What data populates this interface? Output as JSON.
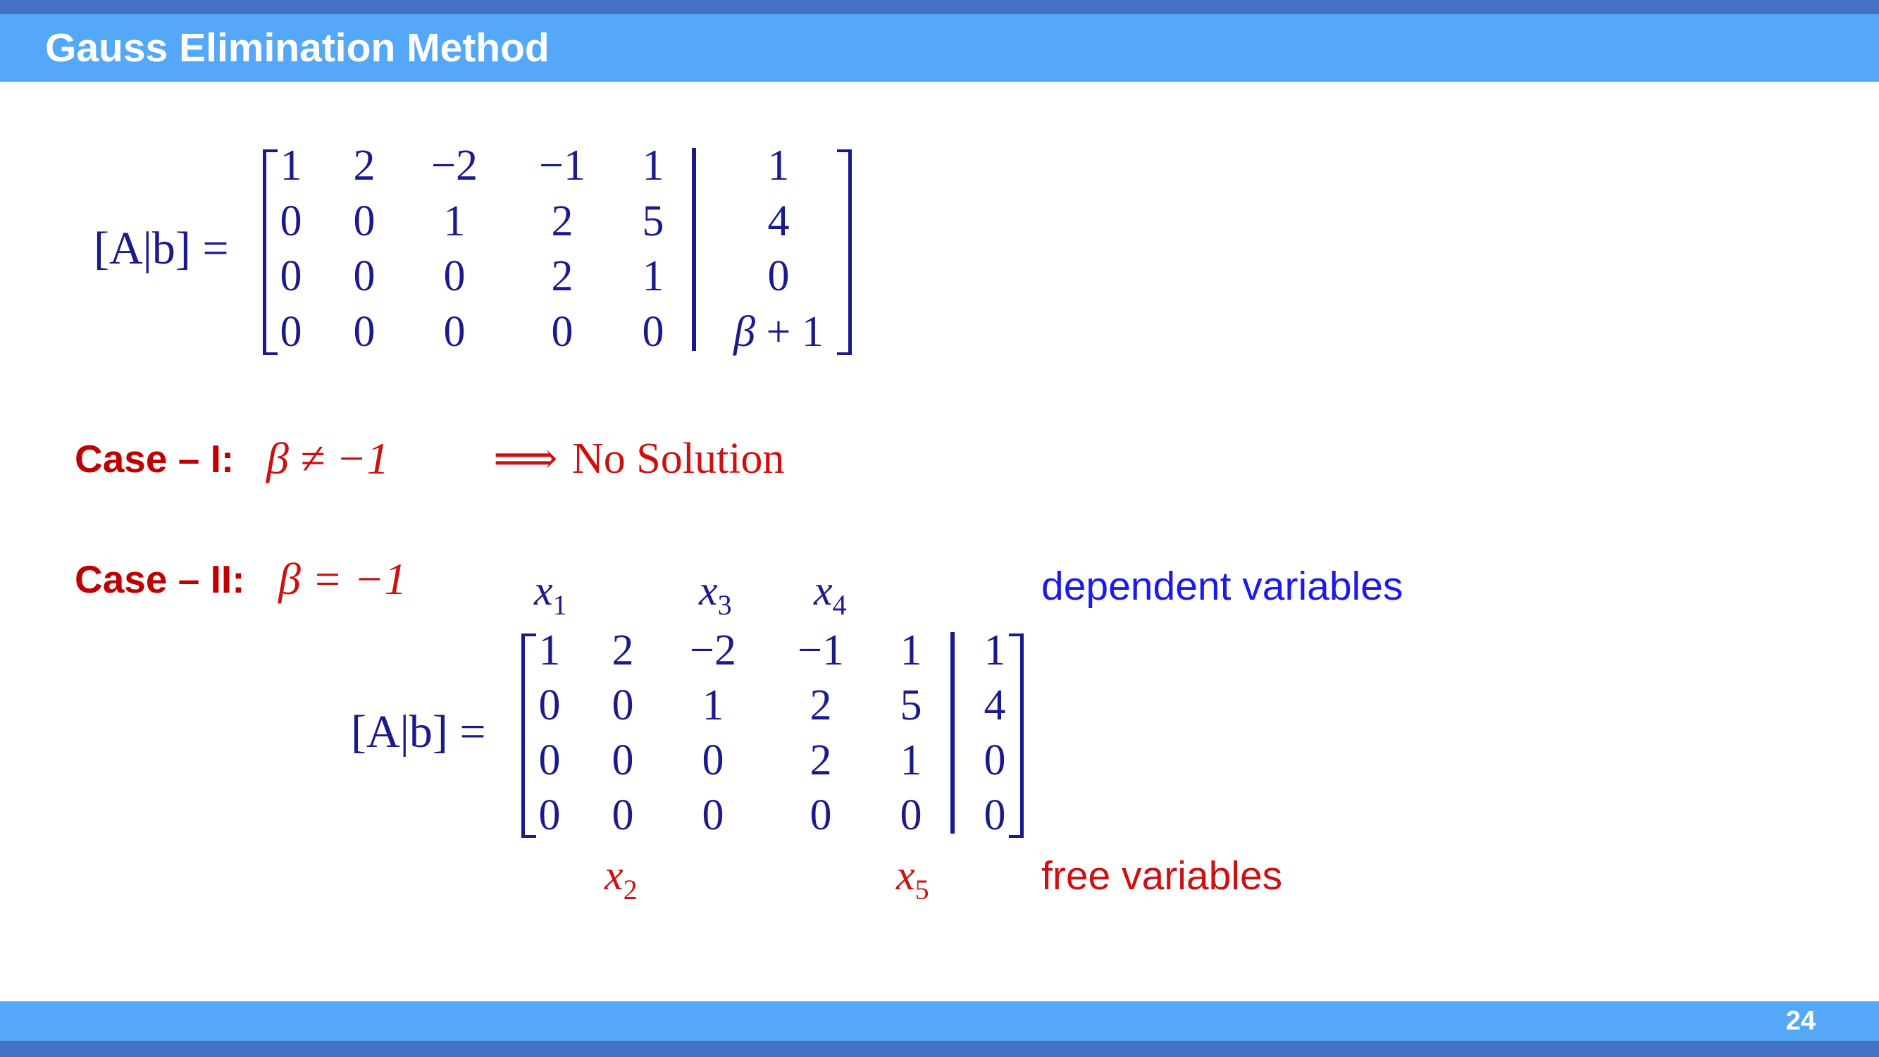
{
  "slide": {
    "title": "Gauss Elimination Method",
    "page_number": "24"
  },
  "matrix1": {
    "lhs": "[A|b] =",
    "rows": [
      [
        "1",
        "2",
        "−2",
        "−1",
        "1"
      ],
      [
        "0",
        "0",
        "1",
        "2",
        "5"
      ],
      [
        "0",
        "0",
        "0",
        "2",
        "1"
      ],
      [
        "0",
        "0",
        "0",
        "0",
        "0"
      ]
    ],
    "rhs": [
      "1",
      "4",
      "0",
      "β + 1"
    ]
  },
  "case1": {
    "label": "Case – I:",
    "condition": "β ≠ −1",
    "arrow": "⟹",
    "result": "No Solution"
  },
  "case2": {
    "label": "Case – II:",
    "condition": "β = −1",
    "dependent": {
      "vars": [
        {
          "base": "x",
          "sub": "1"
        },
        {
          "base": "x",
          "sub": "3"
        },
        {
          "base": "x",
          "sub": "4"
        }
      ],
      "label": "dependent variables"
    },
    "free": {
      "vars": [
        {
          "base": "x",
          "sub": "2"
        },
        {
          "base": "x",
          "sub": "5"
        }
      ],
      "label": "free variables"
    }
  },
  "matrix2": {
    "lhs": "[A|b] =",
    "rows": [
      [
        "1",
        "2",
        "−2",
        "−1",
        "1"
      ],
      [
        "0",
        "0",
        "1",
        "2",
        "5"
      ],
      [
        "0",
        "0",
        "0",
        "2",
        "1"
      ],
      [
        "0",
        "0",
        "0",
        "0",
        "0"
      ]
    ],
    "rhs": [
      "1",
      "4",
      "0",
      "0"
    ]
  },
  "colors": {
    "header": "#55a8f7",
    "header_strip": "#4472c4",
    "matrix": "#1a1a8c",
    "case_label": "#c00000",
    "free": "#cc1111",
    "dependent_label": "#1a1af0"
  }
}
